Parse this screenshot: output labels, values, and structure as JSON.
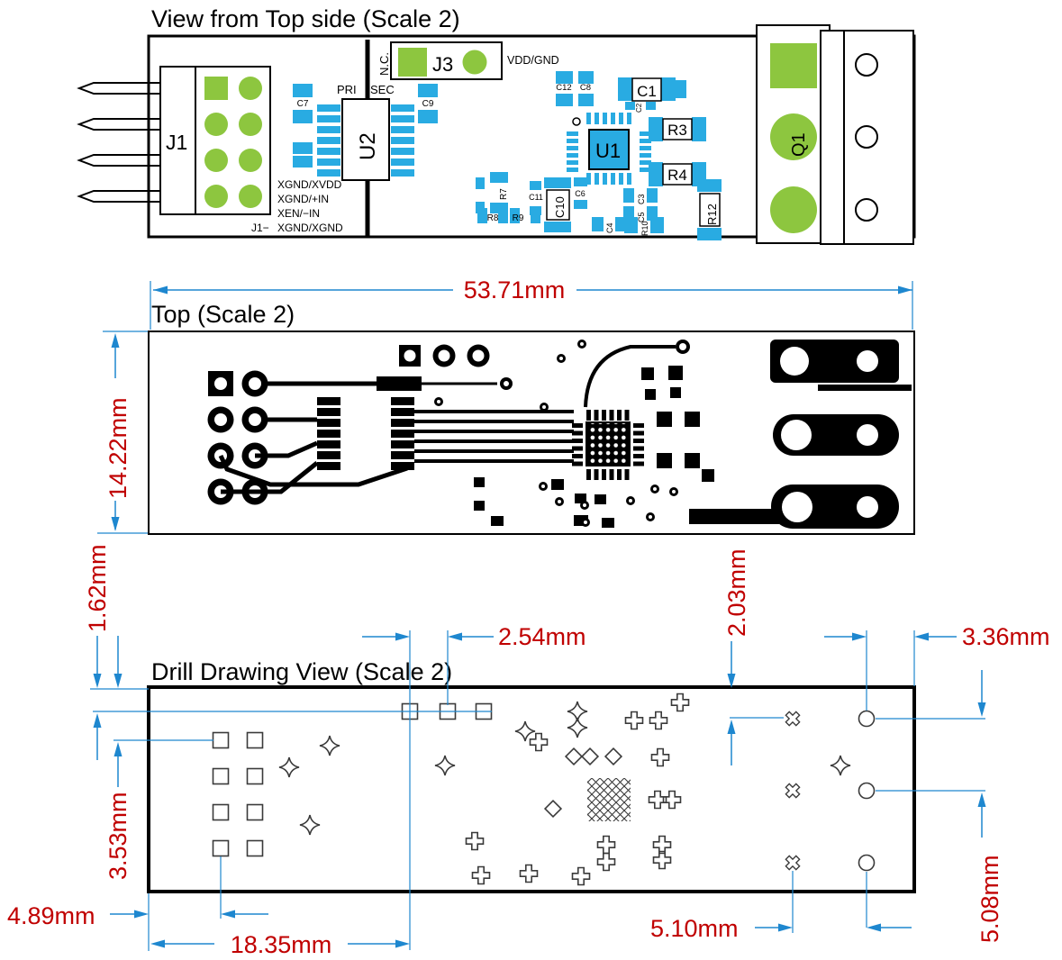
{
  "assembly_view": {
    "title": "View from Top side (Scale 2)",
    "refs": {
      "j1": "J1",
      "j3": "J3",
      "u1": "U1",
      "u2": "U2",
      "q1": "Q1",
      "c1": "C1",
      "c2": "C2",
      "c3": "C3",
      "c4": "C4",
      "c5": "C5",
      "c6": "C6",
      "c7": "C7",
      "c8": "C8",
      "c9": "C9",
      "c10": "C10",
      "c11": "C11",
      "c12": "C12",
      "r3": "R3",
      "r4": "R4",
      "r7": "R7",
      "r8": "R8",
      "r9": "R9",
      "r10": "R10",
      "r12": "R12"
    },
    "texts": {
      "nc": "N.C.",
      "pri": "PRI",
      "sec": "SEC",
      "vdd_gnd": "VDD/GND",
      "j1_pin": "J1−",
      "net1": "XGND/XVDD",
      "net2": "XGND/+IN",
      "net3": "XEN/−IN",
      "net4": "XGND/XGND"
    }
  },
  "copper_view": {
    "title": "Top (Scale 2)"
  },
  "drill_view": {
    "title": "Drill Drawing View (Scale 2)"
  },
  "dimensions": {
    "board_width": "53.71mm",
    "board_height": "14.22mm",
    "edge_to_top_row": "1.62mm",
    "top_row_pitch": "2.54mm",
    "edge_to_x_row": "2.03mm",
    "hole_to_edge": "3.36mm",
    "edge_to_j1_row": "3.53mm",
    "edge_to_j1_col": "4.89mm",
    "j1_col_to_nc": "18.35mm",
    "x_to_hole": "5.10mm",
    "hole_row_pitch": "5.08mm"
  },
  "colors": {
    "pad_green": "#8dc63f",
    "pad_blue": "#29abe2",
    "dimension_line": "#1e87cf",
    "dimension_text": "#c00000",
    "silkscreen": "#000000"
  }
}
